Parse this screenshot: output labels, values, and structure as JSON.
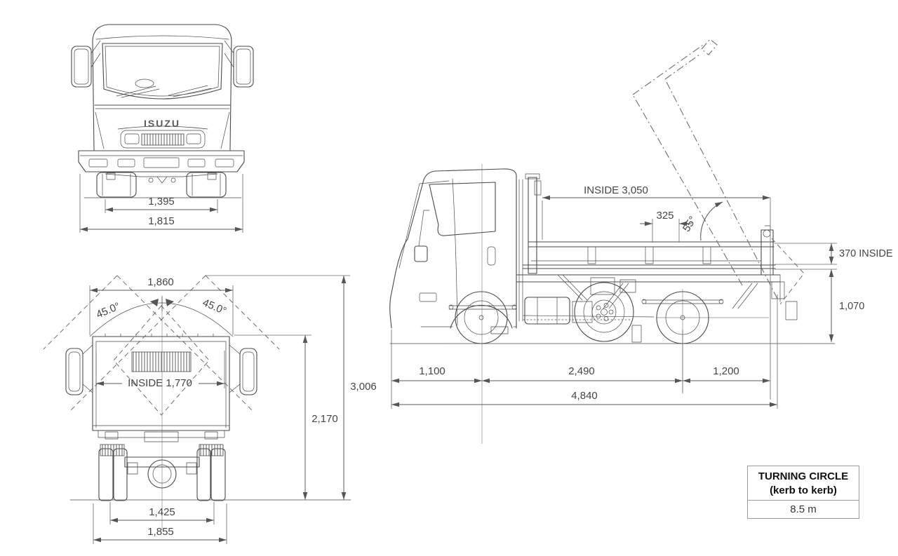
{
  "colors": {
    "line": "#4a4a4a",
    "dimension": "#585858",
    "label_text": "#454545",
    "background": "#ffffff"
  },
  "front_view": {
    "badge": "ISUZU",
    "dims": {
      "front_track": "1,395",
      "overall_width": "1,815"
    }
  },
  "rear_view": {
    "dims": {
      "body_top_width": "1,860",
      "tip_angle_left": "45.0°",
      "tip_angle_right": "45.0°",
      "inside_width": "INSIDE 1,770",
      "body_height": "2,170",
      "tipped_height": "3,006",
      "rear_track": "1,425",
      "overall_width_rear": "1,855"
    }
  },
  "side_view": {
    "dims": {
      "inside_length": "INSIDE 3,050",
      "hinge_offset": "325",
      "tip_angle": "55°",
      "inside_depth": "370 INSIDE",
      "floor_height": "1,070",
      "front_overhang": "1,100",
      "wheelbase": "2,490",
      "rear_overhang": "1,200",
      "overall_length": "4,840"
    }
  },
  "turning_circle": {
    "title": "TURNING CIRCLE",
    "subtitle": "(kerb to kerb)",
    "value": "8.5 m"
  }
}
